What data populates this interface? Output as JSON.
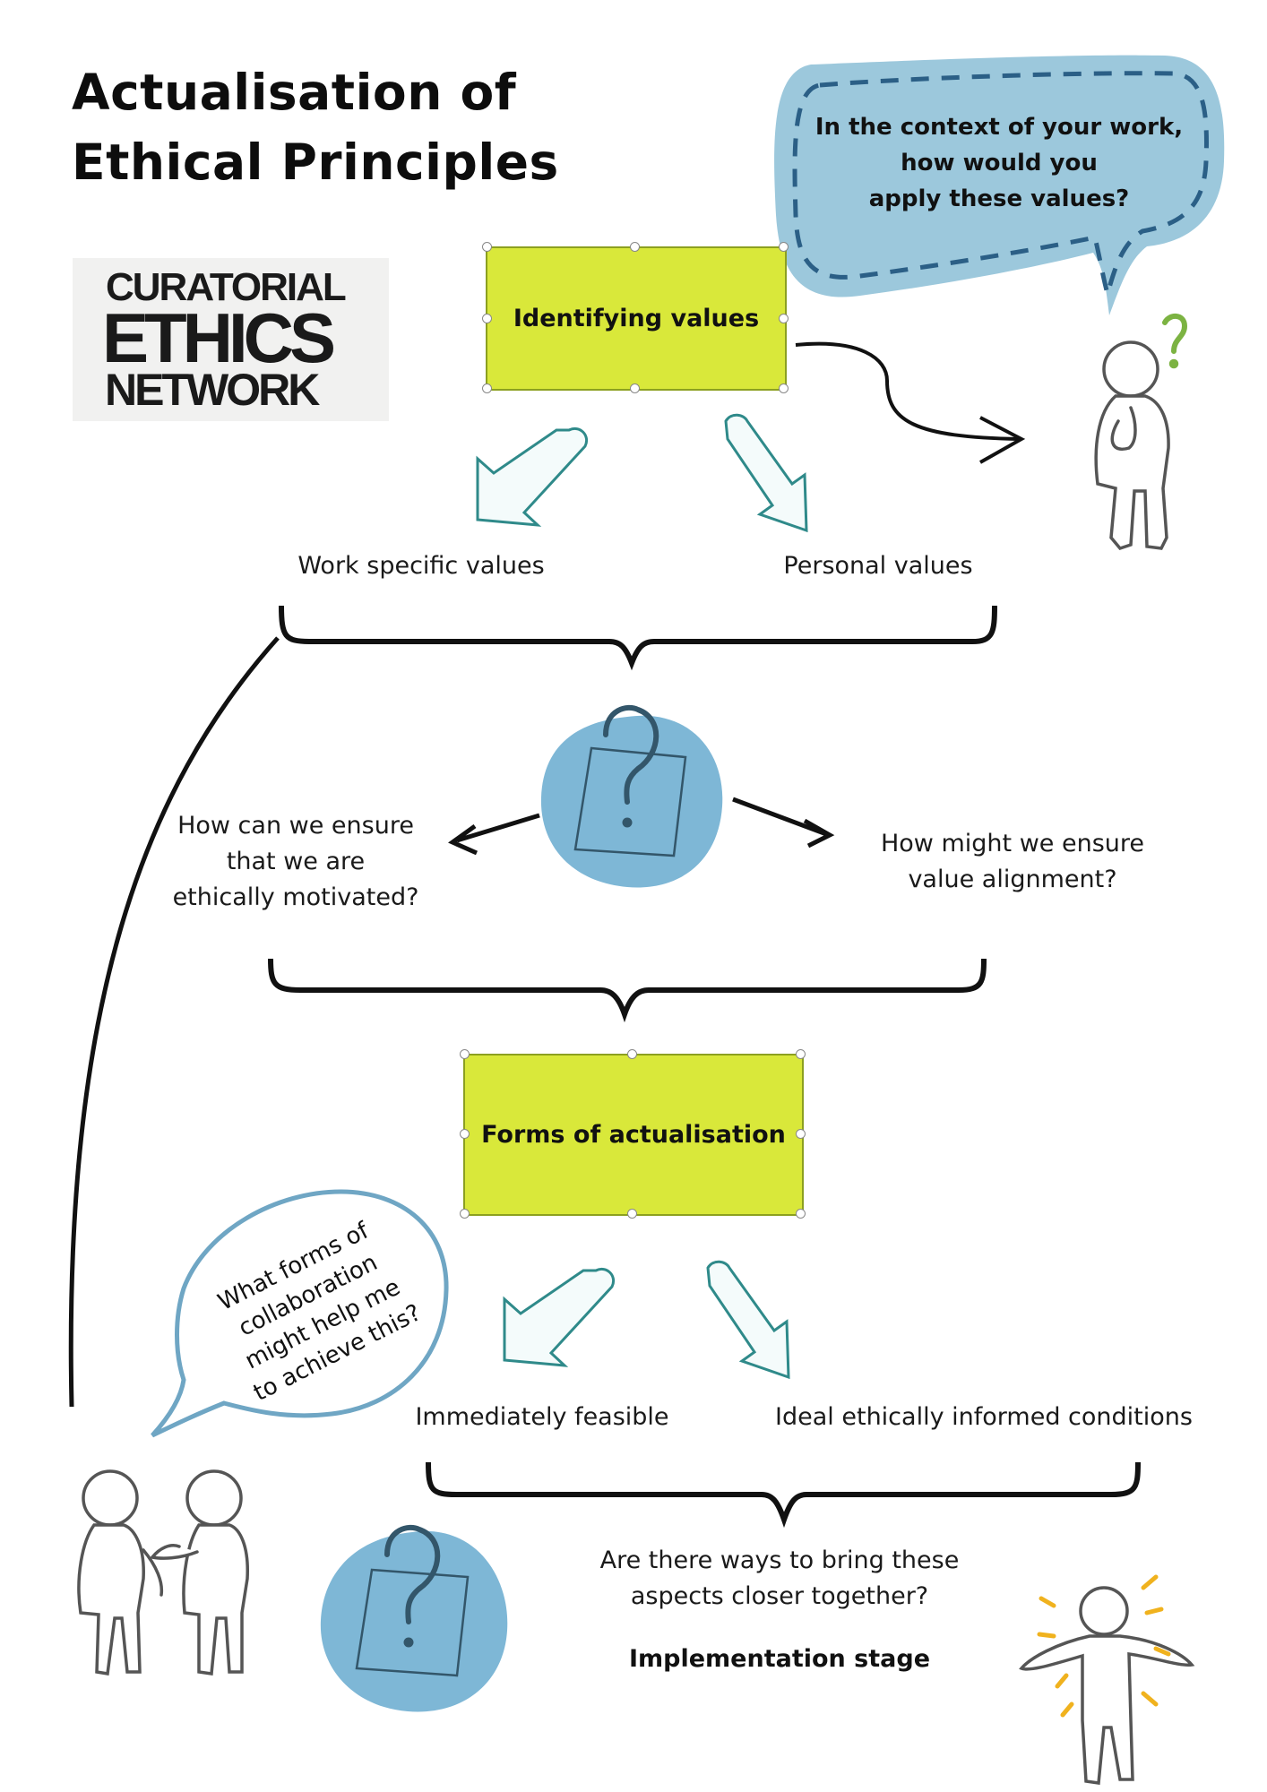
{
  "title": {
    "line1": "Actualisation of",
    "line2": "Ethical Principles"
  },
  "logo": {
    "line1": "CURATORIAL",
    "line2": "ETHICS",
    "line3": "NETWORK"
  },
  "speech_top": {
    "line1": "In the context of your work,",
    "line2": "how would you",
    "line3": "apply these values?"
  },
  "box1": {
    "label": "Identifying values"
  },
  "values": {
    "left": "Work specific values",
    "right": "Personal values"
  },
  "questions": {
    "left": {
      "line1": "How can we ensure",
      "line2": "that we are",
      "line3": "ethically motivated?"
    },
    "right": {
      "line1": "How might we ensure",
      "line2": "value alignment?"
    }
  },
  "box2": {
    "label": "Forms of actualisation"
  },
  "speech_bottom": {
    "line1": "What forms of",
    "line2": "collaboration",
    "line3": "might help me",
    "line4": "to achieve this?"
  },
  "forms": {
    "left": "Immediately feasible",
    "right": "Ideal ethically informed conditions"
  },
  "closing": {
    "line1": "Are there ways to bring these",
    "line2": "aspects closer together?",
    "stage": "Implementation stage"
  },
  "colors": {
    "accent_green": "#d9e83a",
    "bubble_blue": "#9cc8dc",
    "blob_blue": "#7eb7d6",
    "question_green": "#7cb342",
    "spark_yellow": "#f0b21e"
  }
}
